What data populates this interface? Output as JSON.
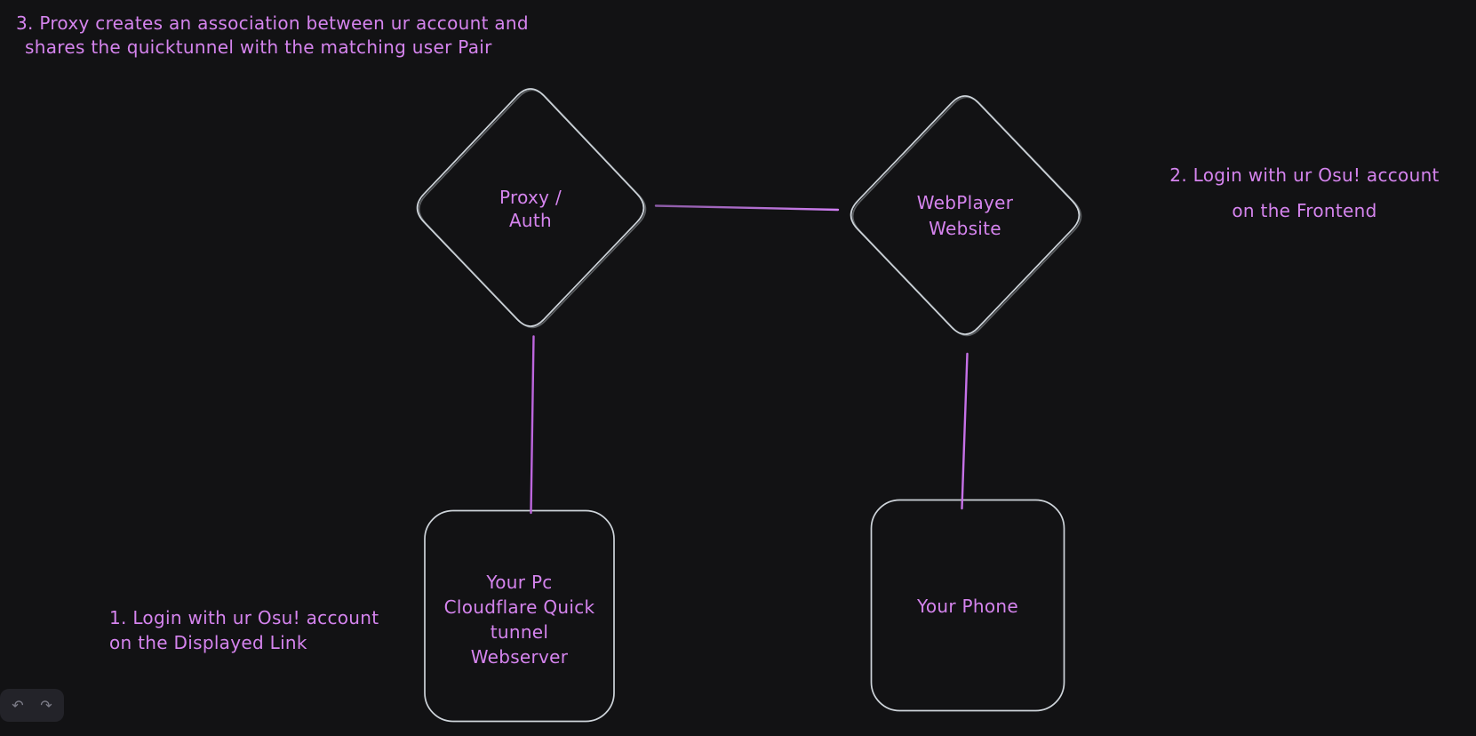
{
  "app": {
    "kind": "whiteboard-diagram"
  },
  "theme": {
    "canvas_bg": "#121214",
    "shape_stroke": "#ced4da",
    "text_color": "#d584ee",
    "connector_color": "#c46ce4",
    "toolbar_bg": "#232329",
    "toolbar_icon_color": "#7d7d89"
  },
  "annotations": {
    "step3": {
      "line1": "3. Proxy creates an association between ur account and",
      "line2": "shares the quicktunnel with the matching user Pair"
    },
    "step2": {
      "line1": "2. Login with ur Osu! account",
      "line2": "on the Frontend"
    },
    "step1": {
      "line1": "1. Login with ur Osu! account",
      "line2": "on the Displayed Link"
    }
  },
  "nodes": {
    "proxy_auth": {
      "shape": "diamond",
      "lines": [
        "Proxy /",
        "Auth"
      ]
    },
    "webplayer": {
      "shape": "diamond",
      "lines": [
        "WebPlayer",
        "Website"
      ]
    },
    "your_pc": {
      "shape": "rounded-rectangle",
      "lines": [
        "Your Pc",
        "Cloudflare Quick",
        "tunnel",
        "Webserver"
      ]
    },
    "your_phone": {
      "shape": "rounded-rectangle",
      "lines": [
        "Your Phone"
      ]
    }
  },
  "connectors": [
    {
      "from": "proxy_auth",
      "to": "webplayer"
    },
    {
      "from": "proxy_auth",
      "to": "your_pc"
    },
    {
      "from": "webplayer",
      "to": "your_phone"
    }
  ],
  "toolbar": {
    "undo_icon": "↶",
    "redo_icon": "↷"
  }
}
